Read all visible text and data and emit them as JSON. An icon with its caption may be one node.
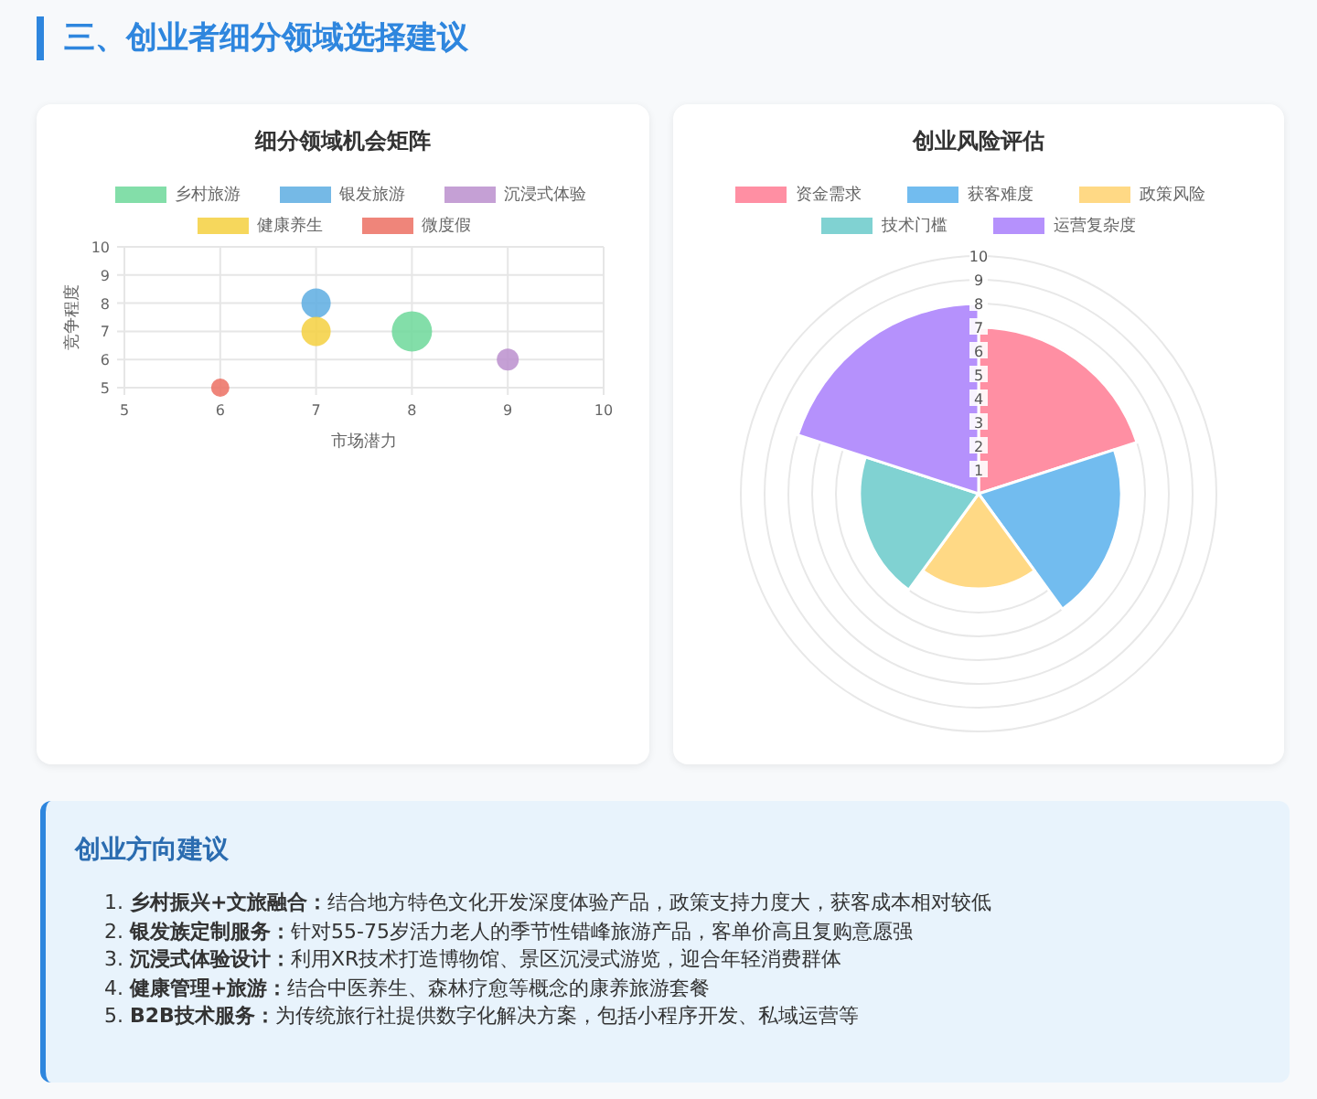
{
  "diagram": {
    "title": "三、创业者细分领域选择建议",
    "nodes": [
      {
        "text": [
          "细分领域机会矩阵"
        ]
      },
      {
        "text": [
          "创业风险评估"
        ]
      },
      {
        "text": [
          "创业方向建议",
          "1. **乡村振兴+文旅融合：**结合地方特色文化开发深度体验产品，政策支持力度大，获客成本相对较低",
          "2. **银发族定制服务：**针对55-75岁活力老人的季节性错峰旅游产品，客单价高且复购意愿强",
          "3. **沉浸式体验设计：**利用XR技术打造博物馆、景区沉浸式游览，迎合年轻消费群体",
          "4. **健康管理+旅游：**结合中医养生、森林疗愈等概念的康养旅游套餐",
          "5. **B2B技术服务：**为传统旅行社提供数字化解决方案，包括小程序开发、私域运营等"
        ]
      }
    ],
    "labels": [
      "10",
      "9",
      "8",
      "7",
      "6",
      "5",
      "4",
      "3",
      "2",
      "1"
    ],
    "legend": [
      {
        "text": "资金需求",
        "color": "#ff8fa3"
      },
      {
        "text": "获客难度",
        "color": "#72bcef"
      },
      {
        "text": "政策风险",
        "color": "#ffd985"
      },
      {
        "text": "技术门槛",
        "color": "#80d2d2"
      },
      {
        "text": "运营复杂度",
        "color": "#b591fc"
      }
    ],
    "chart_data": {
      "type": "scatter",
      "xlabel": "市场潜力",
      "ylabel": "竞争程度",
      "xlim": [
        5,
        10
      ],
      "ylim": [
        5,
        10
      ],
      "xticks": [
        5,
        6,
        7,
        8,
        9,
        10
      ],
      "yticks": [
        5,
        6,
        7,
        8,
        9,
        10
      ],
      "x": [
        6,
        7,
        8,
        9
      ],
      "grid": true,
      "legend": "top",
      "series": [
        {
          "name": "乡村旅游",
          "color": "#6dd89a",
          "values": [
            null,
            null,
            7,
            null
          ]
        },
        {
          "name": "银发旅游",
          "color": "#5dade2",
          "values": [
            null,
            8,
            null,
            null
          ]
        },
        {
          "name": "沉浸式体验",
          "color": "#bb8fce",
          "values": [
            null,
            null,
            null,
            6
          ]
        },
        {
          "name": "健康养生",
          "color": "#f4d03f",
          "values": [
            null,
            7,
            null,
            null
          ]
        },
        {
          "name": "微度假",
          "color": "#ec7063",
          "values": [
            5,
            null,
            null,
            null
          ]
        }
      ]
    }
  }
}
